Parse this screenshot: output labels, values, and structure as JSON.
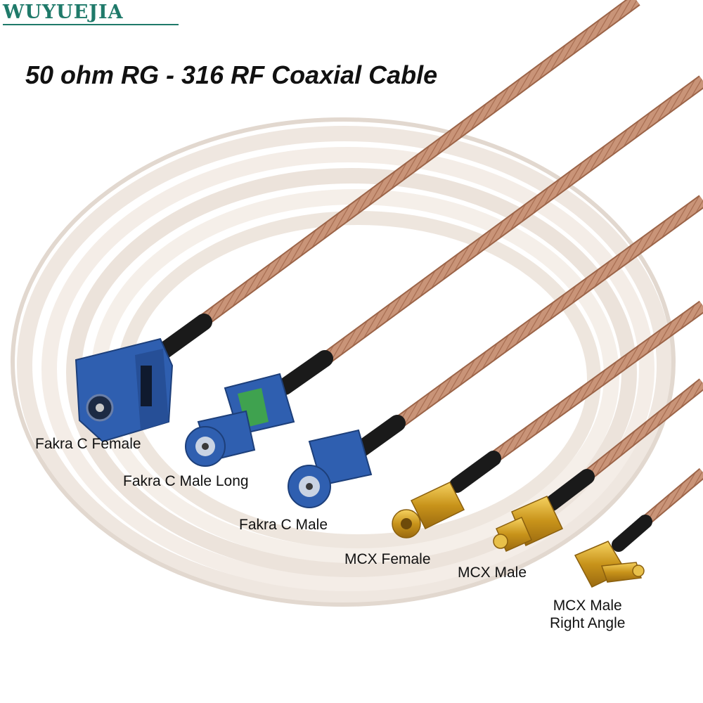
{
  "brand": "WUYUEJIA",
  "title": "50 ohm RG - 316 RF Coaxial Cable",
  "colors": {
    "brand": "#1f7a6a",
    "cable_copper": "#c8957a",
    "connector_blue": "#2f5fb0",
    "connector_gold": "#d4a419",
    "boot_black": "#1a1a1a",
    "coil_white": "#f3ece6"
  },
  "connectors": [
    {
      "label": "Fakra C Female"
    },
    {
      "label": "Fakra C Male Long"
    },
    {
      "label": "Fakra C Male"
    },
    {
      "label": "MCX Female"
    },
    {
      "label": "MCX Male"
    },
    {
      "label_line1": "MCX Male",
      "label_line2": "Right Angle"
    }
  ]
}
